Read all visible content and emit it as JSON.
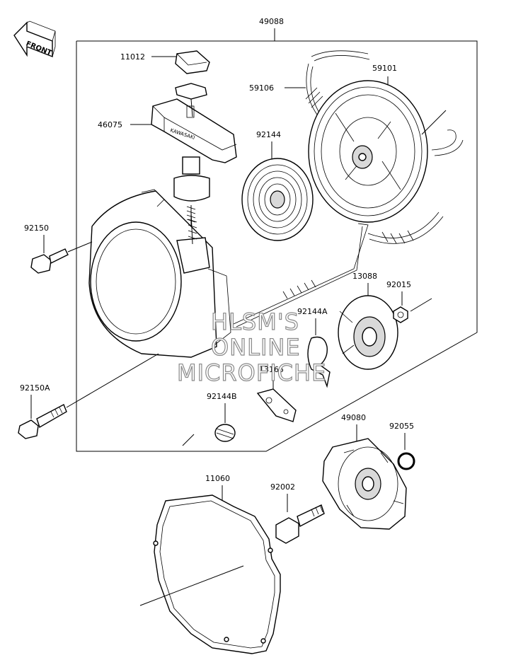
{
  "diagram": {
    "front_label": "FRONT",
    "watermark": [
      "HLSM'S",
      "ONLINE",
      "MICROFICHE"
    ],
    "parts": {
      "p49088": "49088",
      "p11012": "11012",
      "p59101": "59101",
      "p59106": "59106",
      "p46075": "46075",
      "p92144": "92144",
      "p92150": "92150",
      "p13088": "13088",
      "p92015": "92015",
      "p92144A": "92144A",
      "p13165": "13165",
      "p92150A": "92150A",
      "p92144B": "92144B",
      "p49080": "49080",
      "p92055": "92055",
      "p11060": "11060",
      "p92002": "92002"
    }
  }
}
